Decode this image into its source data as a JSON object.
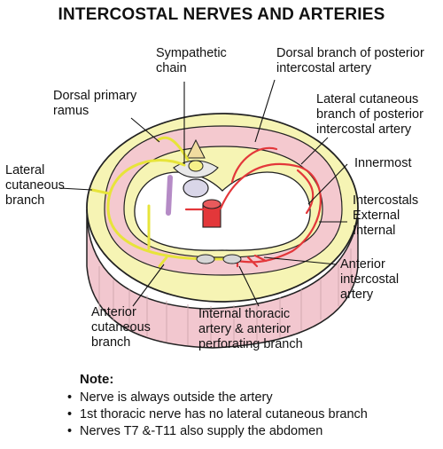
{
  "title": "INTERCOSTAL NERVES AND ARTERIES",
  "labels": {
    "sympathetic_chain": "Sympathetic\nchain",
    "dorsal_branch": "Dorsal branch of posterior\nintercostal artery",
    "dorsal_primary_ramus": "Dorsal primary\nramus",
    "lateral_cutaneous_artery": "Lateral cutaneous\nbranch of posterior\nintercostal artery",
    "lateral_cutaneous_branch": "Lateral\ncutaneous\nbranch",
    "innermost": "Innermost",
    "intercostals": "Intercostals\nExternal\nInternal",
    "anterior_intercostal_artery": "Anterior\nintercostal\nartery",
    "anterior_cutaneous_branch": "Anterior\ncutaneous\nbranch",
    "internal_thoracic": "Internal thoracic\nartery & anterior\nperforating branch"
  },
  "note": {
    "title": "Note:",
    "items": [
      "Nerve is always outside the artery",
      "1st thoracic nerve has no lateral cutaneous branch",
      "Nerves T7 &-T11 also supply the abdomen"
    ]
  },
  "colors": {
    "skin": "#f2c7cf",
    "body": "#f6f4b4",
    "nerve": "#e7e43a",
    "artery": "#e3373a",
    "muscle": "#f4c9cf"
  }
}
